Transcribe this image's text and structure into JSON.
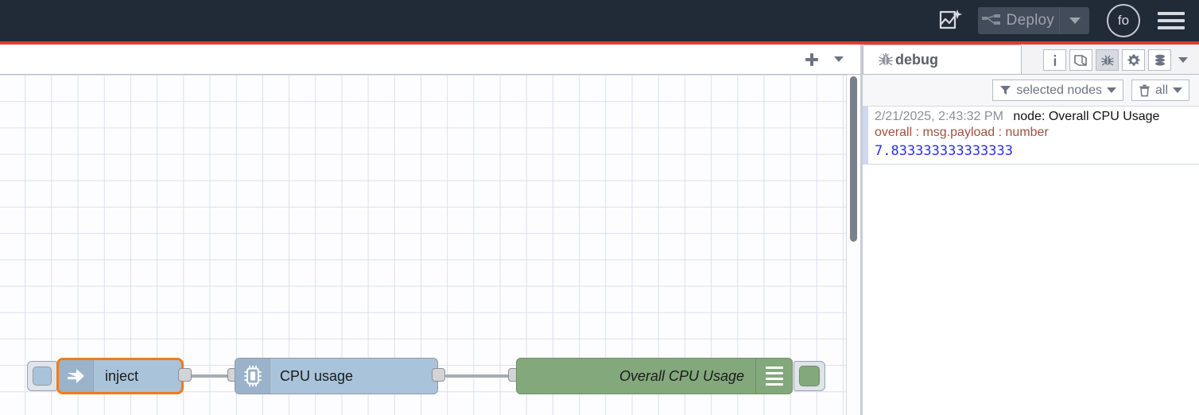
{
  "header": {
    "ai_icon": "flow-sparkle-icon",
    "deploy_icon": "deploy-wire-icon",
    "deploy_label": "Deploy",
    "deploy_caret_icon": "chevron-down-icon",
    "avatar_initials": "fo",
    "menu_icon": "hamburger-menu-icon",
    "background": "#212a37",
    "accent": "#df3b32"
  },
  "canvas_tabbar": {
    "add_icon": "plus-icon",
    "caret_icon": "chevron-down-icon"
  },
  "flow": {
    "nodes": [
      {
        "id": "inject",
        "label": "inject",
        "icon": "inject-arrow-icon",
        "color": "#a9c3da",
        "selected": true,
        "selection_color": "#f07b1c",
        "button_name": "inject-trigger-button"
      },
      {
        "id": "cpu",
        "label": "CPU usage",
        "icon": "cpu-chip-icon",
        "color": "#a9c3da",
        "selected": false
      },
      {
        "id": "debug",
        "label": "Overall CPU Usage",
        "icon": "debug-lines-icon",
        "color": "#83a87c",
        "selected": false,
        "button_name": "debug-enable-button"
      }
    ]
  },
  "sidebar": {
    "tab": {
      "label": "debug",
      "icon": "bug-icon"
    },
    "tools": [
      {
        "name": "info-tab-icon",
        "glyph": "i",
        "active": false
      },
      {
        "name": "help-book-icon",
        "glyph": "book",
        "active": false
      },
      {
        "name": "debug-bug-icon",
        "glyph": "bug",
        "active": true
      },
      {
        "name": "config-gear-icon",
        "glyph": "gear",
        "active": false
      },
      {
        "name": "context-data-icon",
        "glyph": "stack",
        "active": false
      }
    ],
    "tools_caret_icon": "chevron-down-icon",
    "filters": [
      {
        "name": "filter-nodes-button",
        "icon": "funnel-icon",
        "label": "selected nodes",
        "caret": "chevron-down-icon"
      },
      {
        "name": "clear-messages-button",
        "icon": "trash-icon",
        "label": "all",
        "caret": "chevron-down-icon"
      }
    ],
    "messages": [
      {
        "timestamp": "2/21/2025, 2:43:32 PM",
        "node": "node: Overall CPU Usage",
        "topic": "overall : msg.payload : number",
        "value": "7.833333333333333"
      }
    ]
  }
}
